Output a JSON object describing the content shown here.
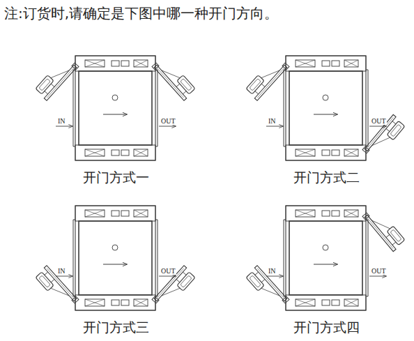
{
  "diagram": {
    "title": "注:订货时,请确定是下图中哪一种开门方向。",
    "labels": [
      "IN",
      "OUT",
      "开门方式一",
      "IN",
      "OUT",
      "开门方式二",
      "IN",
      "OUT",
      "开门方式三",
      "IN",
      "OUT",
      "开门方式四"
    ]
  }
}
